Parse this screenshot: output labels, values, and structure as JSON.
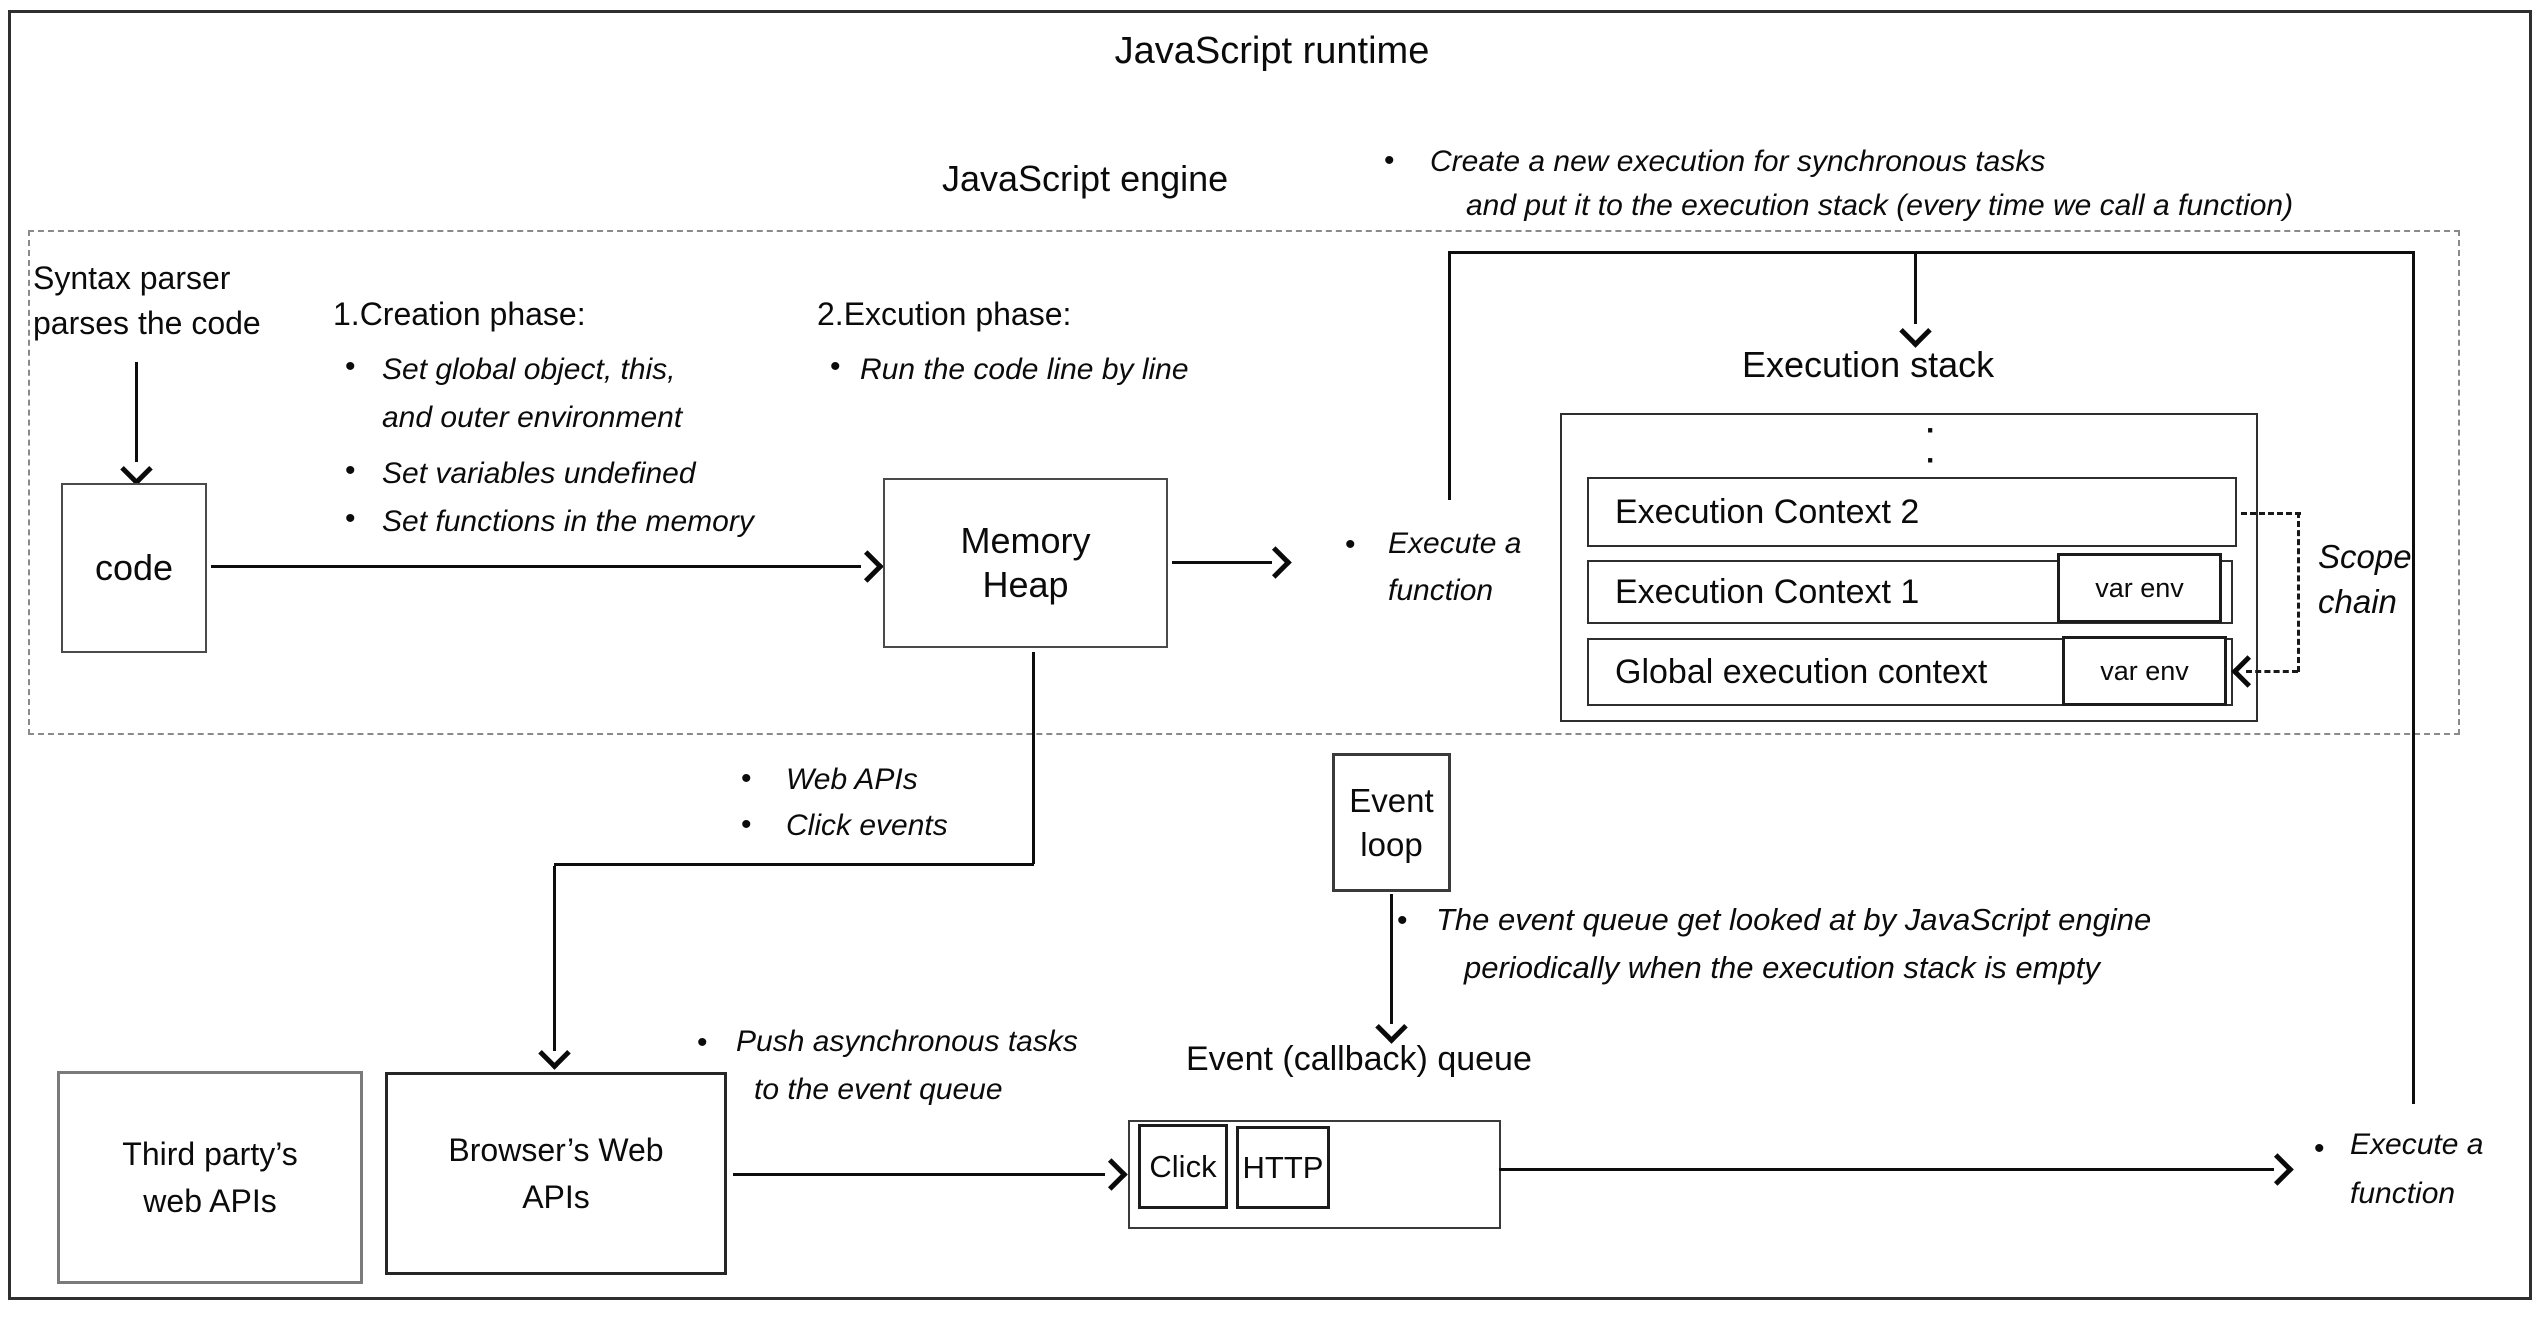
{
  "bullet": "•",
  "stack_dot": "·",
  "frame": {
    "title": "JavaScript runtime"
  },
  "engine": {
    "label": "JavaScript engine"
  },
  "create_exec": {
    "line1": "Create a new execution for synchronous tasks",
    "line2": "and put it to the execution stack (every time we call a function)"
  },
  "syntax": {
    "line1": "Syntax parser",
    "line2": "parses the code"
  },
  "creation": {
    "heading": "1.Creation phase:",
    "b1l1": "Set global object, this,",
    "b1l2": "and outer environment",
    "b2": "Set variables undefined",
    "b3": "Set functions in the memory"
  },
  "excution": {
    "heading": "2.Excution phase:",
    "b1": "Run the code line by line"
  },
  "code_box": {
    "label": "code"
  },
  "memory_heap": {
    "line1": "Memory",
    "line2": "Heap"
  },
  "execute_mid": {
    "line1": "Execute a",
    "line2": "function"
  },
  "exec_stack": {
    "title": "Execution stack",
    "ec2": "Execution Context 2",
    "ec1": "Execution Context 1",
    "global": "Global execution context",
    "var_env": "var env"
  },
  "scope_chain": {
    "line1": "Scope",
    "line2": "chain"
  },
  "web_apis_note": {
    "b1": "Web APIs",
    "b2": "Click events"
  },
  "event_loop": {
    "line1": "Event",
    "line2": "loop"
  },
  "loop_note": {
    "line1": "The event queue get looked at by JavaScript engine",
    "line2": "periodically when the execution stack is empty"
  },
  "queue": {
    "title": "Event (callback) queue",
    "item1": "Click",
    "item2": "HTTP"
  },
  "push_note": {
    "line1": "Push asynchronous tasks",
    "line2": "to the event queue"
  },
  "third_party": {
    "line1": "Third party’s",
    "line2": "web APIs"
  },
  "browser_apis": {
    "line1": "Browser’s Web",
    "line2": "APIs"
  },
  "execute_br": {
    "line1": "Execute a",
    "line2": "function"
  }
}
